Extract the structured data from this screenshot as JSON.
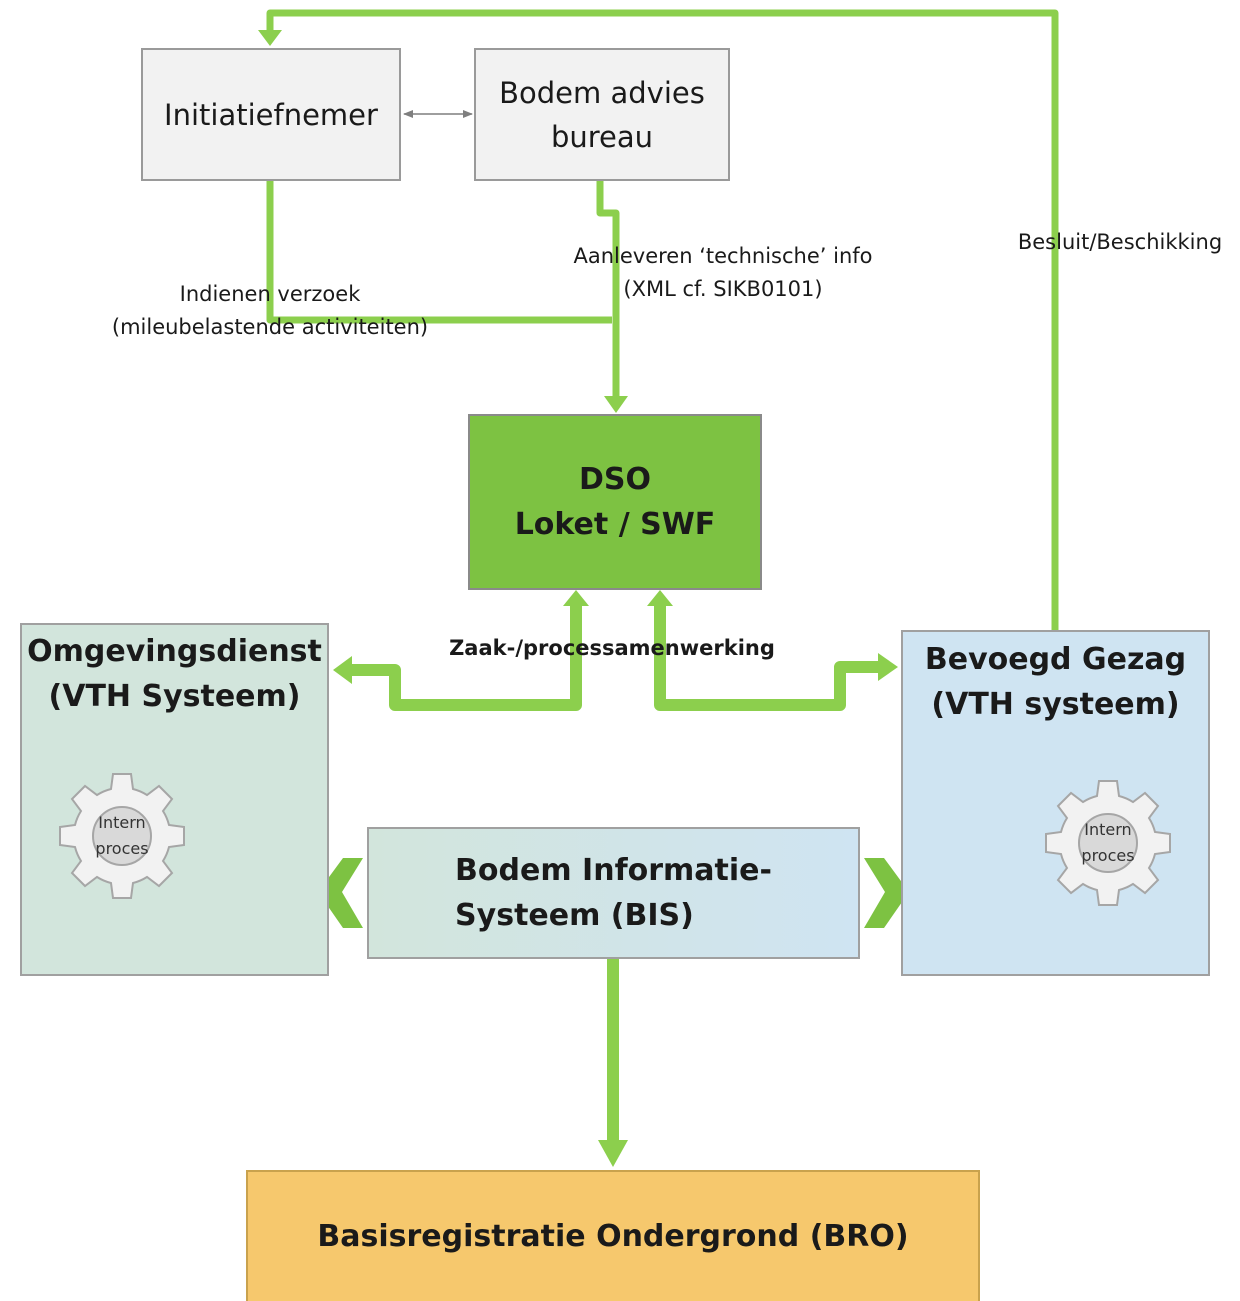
{
  "nodes": {
    "initiatiefnemer": "Initiatiefnemer",
    "bodem_advies": "Bodem advies\nbureau",
    "dso": "DSO\nLoket / SWF",
    "omgevingsdienst": "Omgevingsdienst\n(VTH Systeem)",
    "bevoegd_gezag": "Bevoegd Gezag\n(VTH systeem)",
    "bis": "Bodem Informatie-\nSysteem (BIS)",
    "bro": "Basisregistratie Ondergrond (BRO)"
  },
  "edges": {
    "indienen": "Indienen verzoek\n(mileubelastende activiteiten)",
    "aanleveren": "Aanleveren ‘technische’ info\n(XML cf. SIKB0101)",
    "besluit": "Besluit/Beschikking",
    "zaak": "Zaak-/processamenwerking"
  },
  "gears": {
    "left": "Intern\nproces",
    "right": "Intern\nproces"
  },
  "colors": {
    "connector": "#8ccf4d",
    "dso": "#7dc242",
    "omgevingsdienst": "#d2e5dc",
    "bevoegd_gezag": "#cfe4f2",
    "bro": "#f6c86d",
    "grey_box": "#f2f2f2"
  },
  "icons": [
    "gear-icon",
    "chevron-left-icon",
    "chevron-right-icon",
    "double-arrow-icon"
  ]
}
